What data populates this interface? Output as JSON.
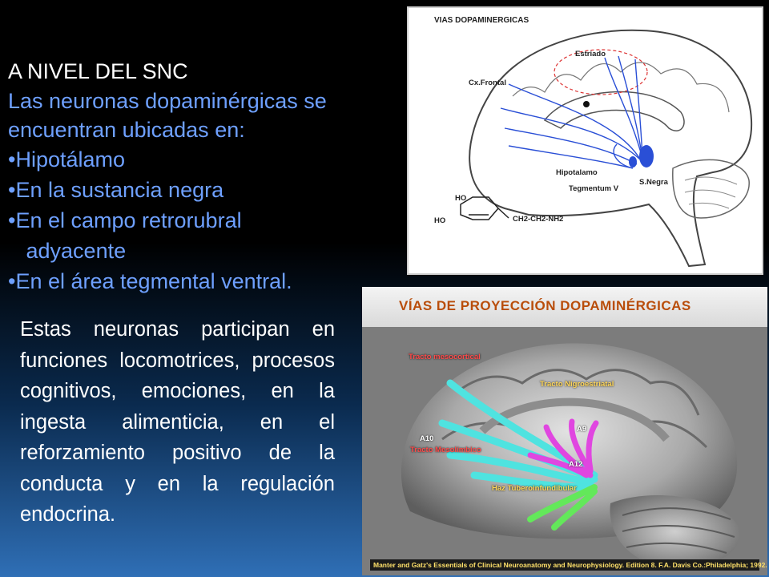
{
  "text": {
    "heading": "A NIVEL DEL SNC",
    "lead": "Las neuronas dopaminérgicas se encuentran ubicadas en:",
    "bullets": [
      "•Hipotálamo",
      "•En la sustancia negra",
      "•En el campo retrorubral",
      "   adyacente",
      "•En el área tegmental ventral."
    ],
    "paragraph": "Estas neuronas participan en funciones locomotrices, procesos cognitivos, emociones, en la ingesta alimenticia, en el reforzamiento positivo de la conducta y en la regulación endocrina."
  },
  "figure1": {
    "title": "VIAS DOPAMINERGICAS",
    "labels": {
      "estriado": "Estriado",
      "cx_frontal": "Cx.Frontal",
      "hipotalamo": "Hipotalamo",
      "tegmentum": "Tegmentum V",
      "s_negra": "S.Negra",
      "ho1": "HO",
      "ho2": "HO",
      "formula": "CH2-CH2-NH2"
    }
  },
  "figure2": {
    "title": "VÍAS DE PROYECCIÓN DOPAMINÉRGICAS",
    "labels": {
      "mesocortical": "Tracto mesocortical",
      "nigroestriatal": "Tracto Nigroestriatal",
      "a10": "A10",
      "a9": "A9",
      "mesolimbico": "Tracto Mesolímbico",
      "a12": "A12",
      "tuberoinfundibular": "Haz Tuberoinfundibular"
    },
    "credit": "Manter and Gatz's Essentials of Clinical Neuroanatomy and Neurophysiology. Edition 8. F.A. Davis Co.:Philadelphia; 1992."
  },
  "colors": {
    "background_top": "#000000",
    "background_bottom": "#2f6fb6",
    "heading": "#ffffff",
    "bullet_text": "#6ea0ff",
    "paragraph": "#ffffff",
    "figure2_title": "#b94d0a"
  }
}
